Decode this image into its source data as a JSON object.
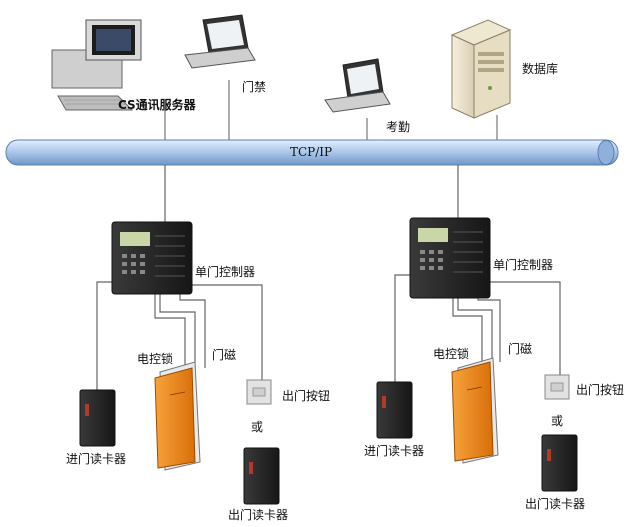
{
  "network": {
    "bus_label": "TCP/IP"
  },
  "top_devices": {
    "server_label": "CS通讯服务器",
    "access_label": "门禁",
    "attendance_label": "考勤",
    "database_label": "数据库"
  },
  "door_units": [
    {
      "controller_label": "单门控制器",
      "lock_label": "电控锁",
      "magnet_label": "门磁",
      "exit_button_label": "出门按钮",
      "or_label": "或",
      "entry_reader_label": "进门读卡器",
      "exit_reader_label": "出门读卡器"
    },
    {
      "controller_label": "单门控制器",
      "lock_label": "电控锁",
      "magnet_label": "门磁",
      "exit_button_label": "出门按钮",
      "or_label": "或",
      "entry_reader_label": "进门读卡器",
      "exit_reader_label": "出门读卡器"
    }
  ],
  "colors": {
    "bus": "#a9c6ea",
    "door": "#f08a1e",
    "device": "#2b2b2b",
    "line": "#555555"
  }
}
